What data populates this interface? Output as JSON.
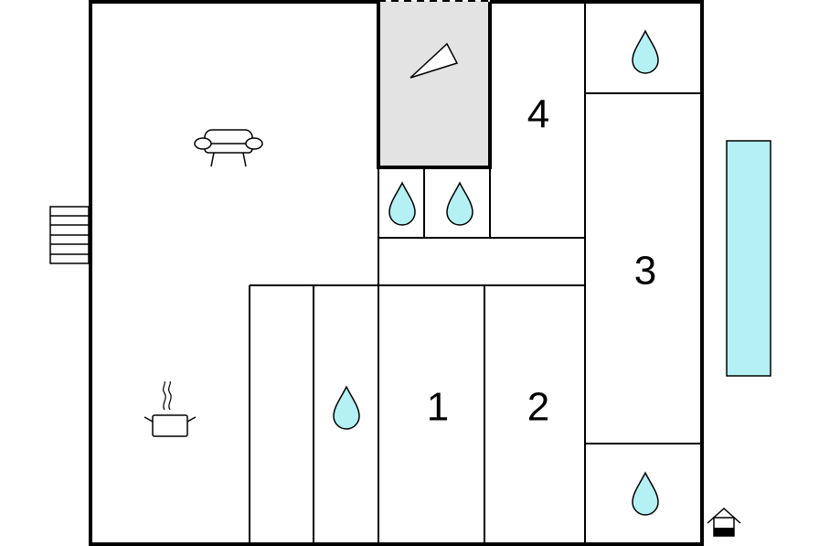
{
  "floorplan": {
    "rooms": [
      {
        "number": "4"
      },
      {
        "number": "3"
      },
      {
        "number": "1"
      },
      {
        "number": "2"
      }
    ],
    "icons": {
      "living": "sofa-icon",
      "kitchen": "cooking-pot-icon",
      "stairs": "stairs-icon",
      "bathroom": "water-drop-icon",
      "pool": "pool",
      "entrance": "house-entrance-icon",
      "fireplace": "fireplace-icon"
    },
    "colors": {
      "water": "#b4f0f4",
      "fireplace_room": "#e3e3e3",
      "pool": "#b4f0f4",
      "lines": "#000000"
    }
  }
}
